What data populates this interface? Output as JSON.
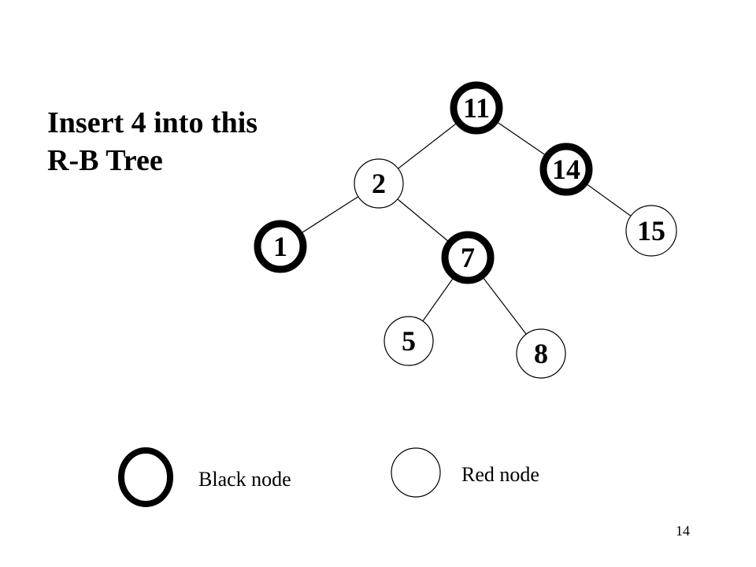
{
  "slide": {
    "title_line1": "Insert 4 into this",
    "title_line2": "R-B Tree",
    "page_number": "14"
  },
  "tree": {
    "nodes": [
      {
        "id": "n11",
        "label": "11",
        "color": "black"
      },
      {
        "id": "n2",
        "label": "2",
        "color": "red"
      },
      {
        "id": "n14",
        "label": "14",
        "color": "black"
      },
      {
        "id": "n1",
        "label": "1",
        "color": "black"
      },
      {
        "id": "n7",
        "label": "7",
        "color": "black"
      },
      {
        "id": "n15",
        "label": "15",
        "color": "red"
      },
      {
        "id": "n5",
        "label": "5",
        "color": "red"
      },
      {
        "id": "n8",
        "label": "8",
        "color": "red"
      }
    ],
    "edges": [
      [
        "n11",
        "n2"
      ],
      [
        "n11",
        "n14"
      ],
      [
        "n14",
        "n15"
      ],
      [
        "n2",
        "n1"
      ],
      [
        "n2",
        "n7"
      ],
      [
        "n7",
        "n5"
      ],
      [
        "n7",
        "n8"
      ]
    ]
  },
  "legend": {
    "black_label": "Black node",
    "red_label": "Red node"
  }
}
